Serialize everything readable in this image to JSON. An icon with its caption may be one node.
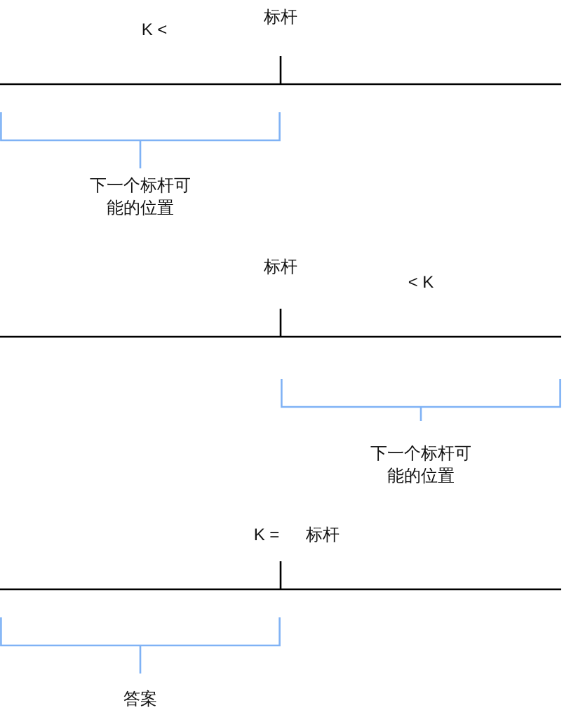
{
  "diagram": {
    "labels": [
      "标杆",
      "K <",
      "下一个标杆可能的位置",
      "标杆",
      "< K",
      "下一个标杆可能的位置",
      "K =",
      "标杆",
      "答案"
    ]
  }
}
